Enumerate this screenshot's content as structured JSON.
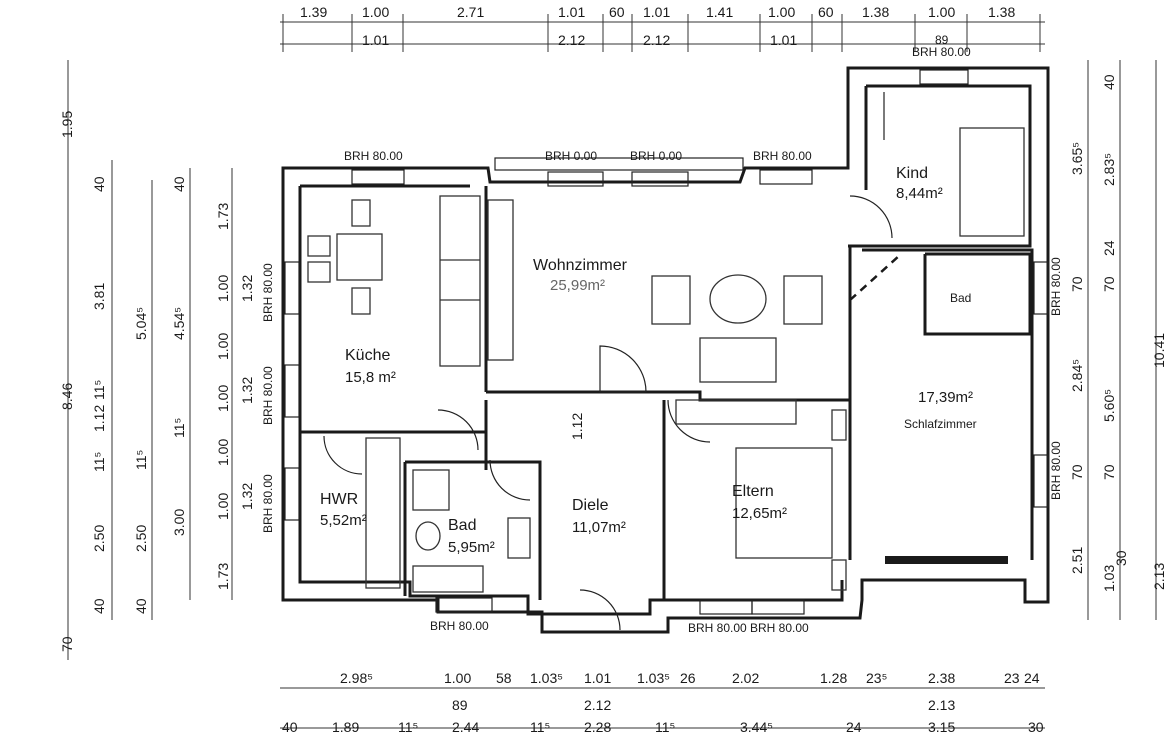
{
  "rooms": {
    "kueche": {
      "name": "Küche",
      "area": "15,8 m²"
    },
    "wohnzimmer": {
      "name": "Wohnzimmer",
      "area": "25,99m²"
    },
    "kind": {
      "name": "Kind",
      "area": "8,44m²"
    },
    "bad_top": {
      "name": "Bad"
    },
    "schlafzimmer": {
      "name": "Schlafzimmer",
      "area": "17,39m²"
    },
    "hwr": {
      "name": "HWR",
      "area": "5,52m²"
    },
    "bad": {
      "name": "Bad",
      "area": "5,95m²"
    },
    "diele": {
      "name": "Diele",
      "area": "11,07m²"
    },
    "eltern": {
      "name": "Eltern",
      "area": "12,65m²"
    }
  },
  "window_labels": {
    "kueche_top": "BRH 80.00",
    "wohn_left": "BRH 0.00",
    "wohn_mid": "BRH 0.00",
    "wohn_right": "BRH 80.00",
    "kind_top": "BRH 80.00",
    "kind_top_width": "89",
    "left_1": "BRH 80.00",
    "left_2": "BRH 80.00",
    "left_3": "BRH 80.00",
    "right_1": "BRH 80.00",
    "right_2": "BRH 80.00",
    "bottom_bad": "BRH 80.00",
    "bottom_eltern_1": "BRH 80.00",
    "bottom_eltern_2": "BRH 80.00"
  },
  "top_dims_row1": [
    "1.39",
    "1.00",
    "2.71",
    "1.01",
    "60",
    "1.01",
    "1.41",
    "1.00",
    "60",
    "1.38",
    "1.00",
    "1.38"
  ],
  "top_dims_row2": [
    "1.01",
    "2.12",
    "2.12",
    "1.01"
  ],
  "bottom_dims_row1": [
    "2.98⁵",
    "1.00",
    "58",
    "1.03⁵",
    "1.01",
    "1.03⁵",
    "26",
    "2.02",
    "1.28",
    "23⁵",
    "2.38",
    "23",
    "24"
  ],
  "bottom_dims_row2": [
    "89",
    "2.12",
    "2.13"
  ],
  "bottom_dims_row3": [
    "40",
    "1.89",
    "11⁵",
    "2.44",
    "11⁵",
    "2.28",
    "11⁵",
    "3.44⁵",
    "24",
    "3.15",
    "30"
  ],
  "left_dims_outer": [
    "1.95",
    "8.46",
    "70"
  ],
  "left_dims_col2": [
    "40",
    "3.81",
    "11⁵",
    "1.12",
    "11⁵",
    "2.50",
    "40"
  ],
  "left_dims_col3": [
    "5.04⁵",
    "11⁵",
    "2.50",
    "40"
  ],
  "left_dims_col4": [
    "40",
    "4.54⁵",
    "11⁵",
    "3.00"
  ],
  "left_dims_col5": [
    "1.73",
    "1.00",
    "1.00",
    "1.00",
    "1.00",
    "1.00",
    "1.73"
  ],
  "left_dims_col6": [
    "1.32",
    "1.32",
    "1.32"
  ],
  "right_dims_col1": [
    "3.65⁵",
    "70",
    "2.84⁵",
    "70",
    "2.51"
  ],
  "right_dims_col2": [
    "40",
    "2.83⁵",
    "24",
    "70",
    "5.60⁵",
    "70",
    "1.03",
    "30"
  ],
  "right_dims_col3": [
    "10.41",
    "2.13"
  ],
  "inner_dims": {
    "diele_h": "1.12"
  }
}
